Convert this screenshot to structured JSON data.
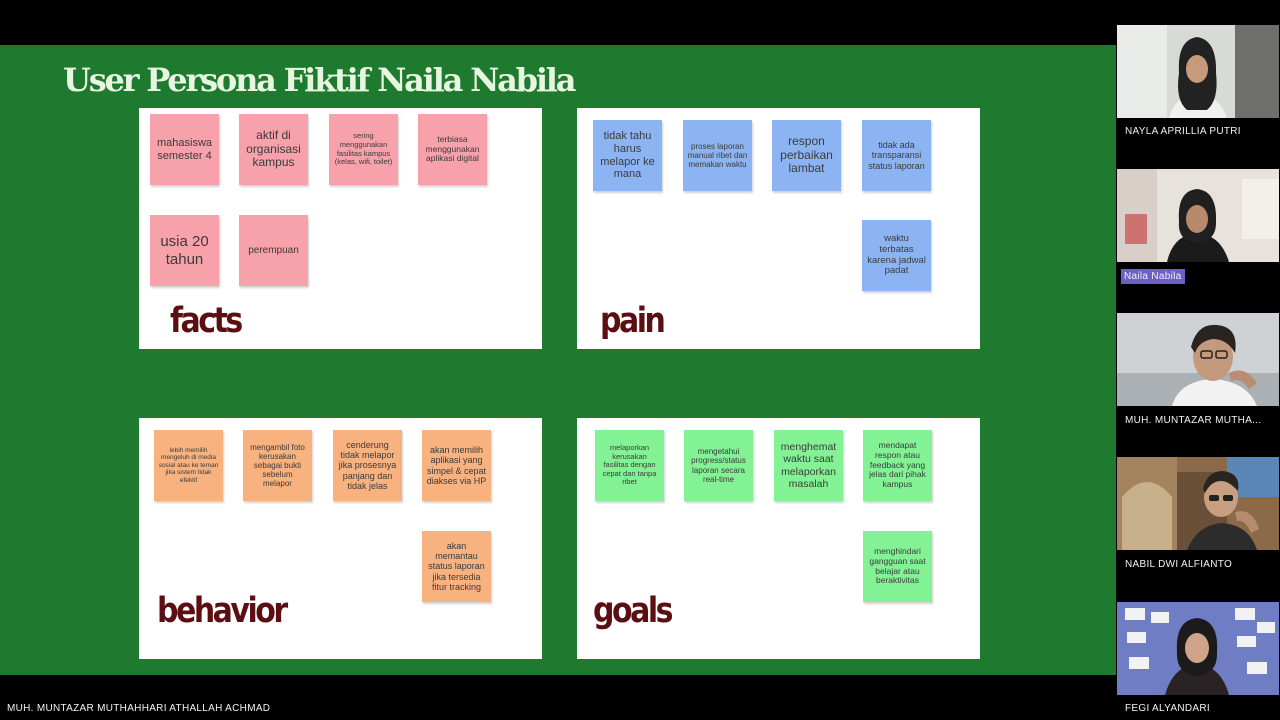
{
  "slide": {
    "title": "User Persona Fiktif Naila Nabila",
    "panels": {
      "facts": {
        "label": "facts",
        "notes": [
          "mahasiswa semester 4",
          "aktif di organisasi kampus",
          "sering menggunakan fasilitas kampus (kelas, wifi, toilet)",
          "terbiasa menggunakan aplikasi digital",
          "usia 20 tahun",
          "perempuan"
        ]
      },
      "pain": {
        "label": "pain",
        "notes": [
          "tidak tahu harus melapor ke mana",
          "proses laporan manual ribet dan memakan waktu",
          "respon perbaikan lambat",
          "tidak ada transparansi status laporan",
          "waktu terbatas karena jadwal padat"
        ]
      },
      "behavior": {
        "label": "behavior",
        "notes": [
          "lebih memilih mengeluh di media sosial atau ke teman jika sistem tidak efektif",
          "mengambil foto kerusakan sebagai bukti sebelum melapor",
          "cenderung tidak melapor jika prosesnya panjang dan tidak jelas",
          "akan memilih aplikasi yang simpel & cepat diakses via HP",
          "akan memantau status laporan jika tersedia fitur tracking"
        ]
      },
      "goals": {
        "label": "goals",
        "notes": [
          "melaporkan kerusakan fasilitas dengan cepat dan tanpa ribet",
          "mengetahui progress/status laporan secara real-time",
          "menghemat waktu saat melaporkan masalah",
          "mendapat respon atau feedback yang jelas dari pihak kampus",
          "menghindari gangguan saat belajar atau beraktivitas"
        ]
      }
    }
  },
  "participants": [
    {
      "name": "NAYLA APRILLIA PUTRI",
      "active": false
    },
    {
      "name": "Naila Nabila",
      "active": true
    },
    {
      "name": "MUH. MUNTAZAR MUTHA...",
      "active": false
    },
    {
      "name": "NABIL DWI ALFIANTO",
      "active": false
    },
    {
      "name": "FEGI ALYANDARI",
      "active": false
    }
  ],
  "active_speaker": "MUH. MUNTAZAR MUTHAHHARI ATHALLAH ACHMAD",
  "colors": {
    "stage_bg": "#1e7a2e",
    "title": "#e8f5e0",
    "label": "#5c0f12",
    "facts_note": "#f7a1aa",
    "pain_note": "#8db4f2",
    "behavior_note": "#f7b27f",
    "goals_note": "#83f294",
    "active_name_bg": "#6c5fc7"
  }
}
